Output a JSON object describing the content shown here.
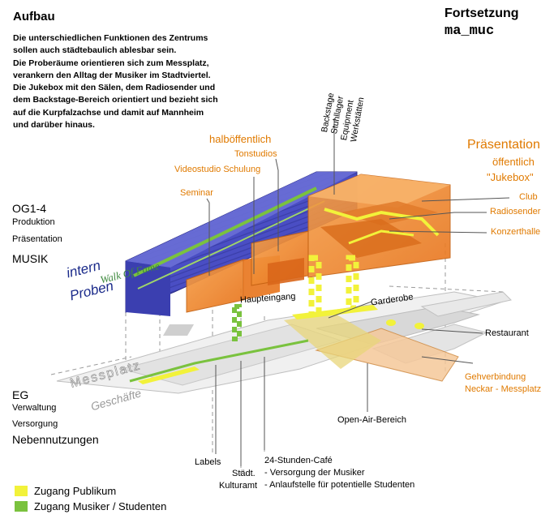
{
  "header": {
    "title": "Aufbau",
    "intro_lines": [
      "Die unterschiedlichen Funktionen des Zentrums",
      "sollen auch städtebaulich ablesbar sein.",
      "Die Proberäume orientieren sich zum Messplatz,",
      "verankern den Alltag der Musiker im Stadtviertel.",
      "Die Jukebox mit den Sälen, dem Radiosender und",
      "dem Backstage-Bereich orientiert und bezieht sich",
      "auf die Kurpfalzachse und damit auf Mannheim",
      "und darüber hinaus."
    ],
    "brand_line1": "Fortsetzung",
    "brand_line2": "ma_muc"
  },
  "levels": {
    "upper": {
      "name": "OG1-4",
      "sub1": "Produktion",
      "sub2": "Präsentation",
      "big": "MUSIK"
    },
    "ground": {
      "name": "EG",
      "sub1": "Verwaltung",
      "sub2": "Versorgung",
      "big": "Nebennutzungen"
    }
  },
  "labels": {
    "halboeffentlich": "halböffentlich",
    "tonstudios": "Tonstudios",
    "videostudio": "Videostudio Schulung",
    "seminar": "Seminar",
    "praesentation": "Präsentation",
    "oeffentlich": "öffentlich",
    "jukebox": "\"Jukebox\"",
    "club": "Club",
    "radiosender": "Radiosender",
    "konzerthalle": "Konzerthalle",
    "backstage_stack": [
      "Backstage",
      "Stuhllager",
      "Equipment",
      "Werkstätten"
    ],
    "intern": "intern",
    "proben": "Proben",
    "walk_of_fame": "Walk Of Fame",
    "messplatz": "Messplatz",
    "haupteingang": "Haupteingang",
    "garderobe": "Garderobe",
    "restaurant": "Restaurant",
    "gehverbindung1": "Gehverbindung",
    "gehverbindung2": "Neckar - Messplatz",
    "open_air": "Open-Air-Bereich",
    "geschaefte": "Geschäfte",
    "labels_label": "Labels",
    "kulturamt1": "Städt.",
    "kulturamt2": "Kulturamt",
    "cafe_title": "24-Stunden-Café",
    "cafe_item1": "- Versorgung der Musiker",
    "cafe_item2": "- Anlaufstelle für potentielle Studenten"
  },
  "legend": [
    {
      "label": "Zugang Publikum",
      "color": "#f2f23a"
    },
    {
      "label": "Zugang Musiker / Studenten",
      "color": "#7ac23e"
    }
  ],
  "colors": {
    "orange_text": "#e07a00",
    "blue_block": "#4a4ec4",
    "orange_block": "#f08a2a",
    "green_path": "#7ac23e",
    "yellow_path": "#f2f23a"
  }
}
